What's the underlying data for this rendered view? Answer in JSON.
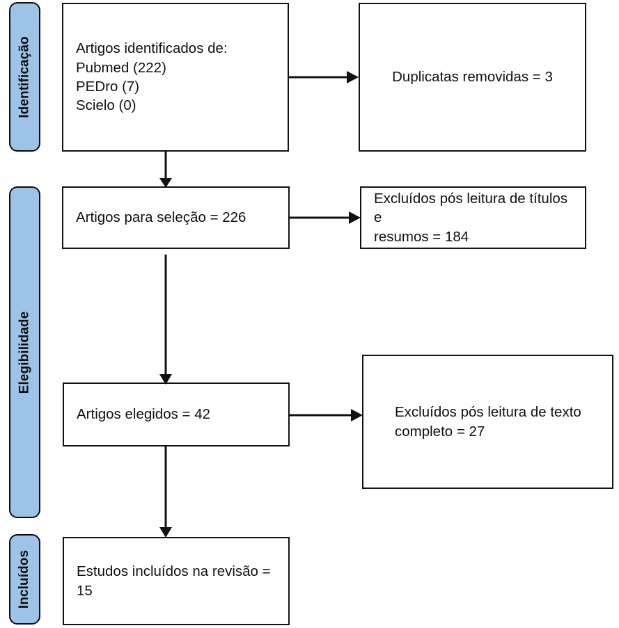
{
  "diagram": {
    "title": "PRISMA flow diagram",
    "language": "pt-BR",
    "accent_color": "#9DC3E6",
    "line_color": "#111111",
    "background": "#ffffff"
  },
  "stages": [
    {
      "id": "identificacao",
      "label": "Identificação"
    },
    {
      "id": "elegibilidade",
      "label": "Elegibilidade"
    },
    {
      "id": "incluidos",
      "label": "Incluídos"
    }
  ],
  "nodes": [
    {
      "id": "identified",
      "text": "Artigos identificados de:\n     Pubmed (222)\n     PEDro (7)\n     Scielo (0)"
    },
    {
      "id": "duplicates-removed",
      "text": "Duplicatas removidas = 3"
    },
    {
      "id": "screened",
      "text": "Artigos para seleção = 226"
    },
    {
      "id": "excluded-title-abstract",
      "text": "Excluídos pós leitura de títulos e\nresumos = 184"
    },
    {
      "id": "eligible",
      "text": "Artigos elegidos = 42"
    },
    {
      "id": "excluded-fulltext",
      "text": "Excluídos pós leitura de texto\ncompleto = 27"
    },
    {
      "id": "included",
      "text": "Estudos incluídos na revisão = 15"
    }
  ],
  "chart_data": {
    "type": "diagram",
    "title": "PRISMA flow diagram",
    "counts": {
      "pubmed": 222,
      "pedro": 7,
      "scielo": 0,
      "duplicates_removed": 3,
      "screened": 226,
      "excluded_title_abstract": 184,
      "eligible": 42,
      "excluded_fulltext": 27,
      "included": 15
    }
  }
}
